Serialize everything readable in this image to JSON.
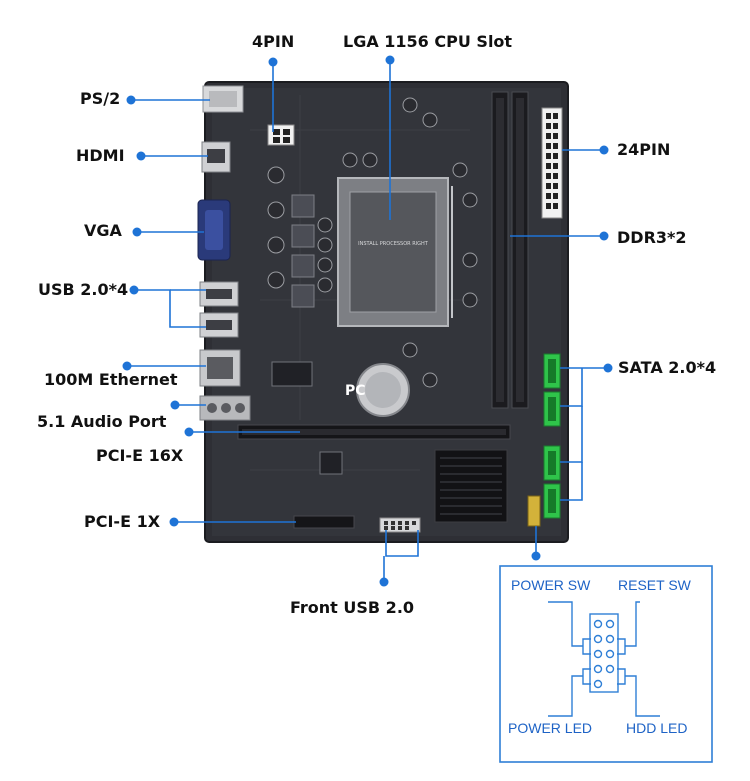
{
  "labels": {
    "pin4": "4PIN",
    "cpu_slot": "LGA 1156 CPU Slot",
    "ps2": "PS/2",
    "hdmi": "HDMI",
    "vga": "VGA",
    "usb": "USB 2.0*4",
    "ethernet": "100M Ethernet",
    "audio": "5.1 Audio Port",
    "pcie16": "PCI-E 16X",
    "pcie1": "PCI-E 1X",
    "pin24": "24PIN",
    "ddr3": "DDR3*2",
    "sata": "SATA 2.0*4",
    "front_usb": "Front USB 2.0"
  },
  "board_prints": {
    "cpu_socket_text": "INSTALL PROCESSOR RIGHT",
    "pcb_mark": "PC"
  },
  "panel": {
    "power_sw": "POWER SW",
    "reset_sw": "RESET SW",
    "power_led": "POWER LED",
    "hdd_led": "HDD  LED"
  },
  "colors": {
    "callout_blue": "#1e73d6",
    "pcb": "#2f3036",
    "sata_port": "#2fc44a",
    "panel_border": "#2f7fd6",
    "panel_text": "#1e63c6"
  }
}
